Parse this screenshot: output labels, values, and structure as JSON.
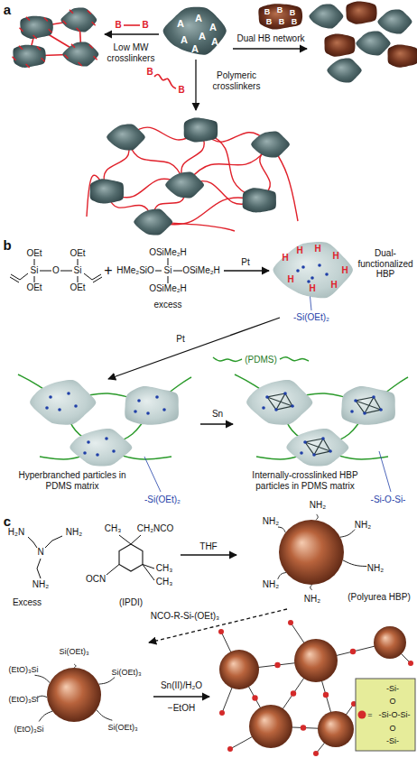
{
  "diagram": {
    "nodes": [
      {
        "text": [
          "A",
          "A",
          "A",
          "A",
          "A",
          "A",
          "A"
        ]
      },
      {
        "text": [
          "B",
          "B",
          "B",
          "B",
          "B",
          "B"
        ]
      },
      {
        "text": [
          "H",
          "H",
          "H",
          "H",
          "H",
          "H",
          "H",
          "H"
        ]
      }
    ],
    "labels": [
      "a",
      "Low MW crosslinkers",
      "B",
      "B",
      "Dual HB network",
      "Polymeric crosslinkers",
      "B",
      "B",
      "b",
      "OEt",
      "OEt",
      "Si",
      "O",
      "Si",
      "OEt",
      "OEt",
      "+",
      "OSiMe₂H",
      "HMe₂SiO",
      "Si",
      "OSiMe₂H",
      "OSiMe₂H",
      "excess",
      "Pt",
      "Dual- functionalized HBP",
      "-Si(OEt)₂",
      "Pt",
      "(PDMS)",
      "Sn",
      "Hyperbranched particles in PDMS matrix",
      "-Si(OEt)₂",
      "Internally-crosslinked HBP particles in PDMS matrix",
      "-Si-O-Si-",
      "c",
      "H₂N",
      "NH₂",
      "N",
      "NH₂",
      "Excess",
      "CH₃",
      "CH₂NCO",
      "OCN",
      "CH₃",
      "CH₃",
      "(IPDI)",
      "THF",
      "NH₂",
      "NH₂",
      "NH₂",
      "NH₂",
      "NH₂",
      "NH₂",
      "(Polyurea HBP)",
      "NCO-R-Si-(OEt)₃",
      "Si(OEt)₃",
      "(EtO)₃Si",
      "(EtO)₃Si",
      "Si(OEt)₃",
      "(EtO)₃Si",
      "Si(OEt)₃",
      "Sn(II)/H₂O",
      "−EtOH",
      "-Si-",
      "O",
      "-Si-O-Si-",
      "O",
      "-Si-"
    ],
    "legend": [
      {
        "text": "=",
        "color": "#d42a2a"
      }
    ]
  }
}
